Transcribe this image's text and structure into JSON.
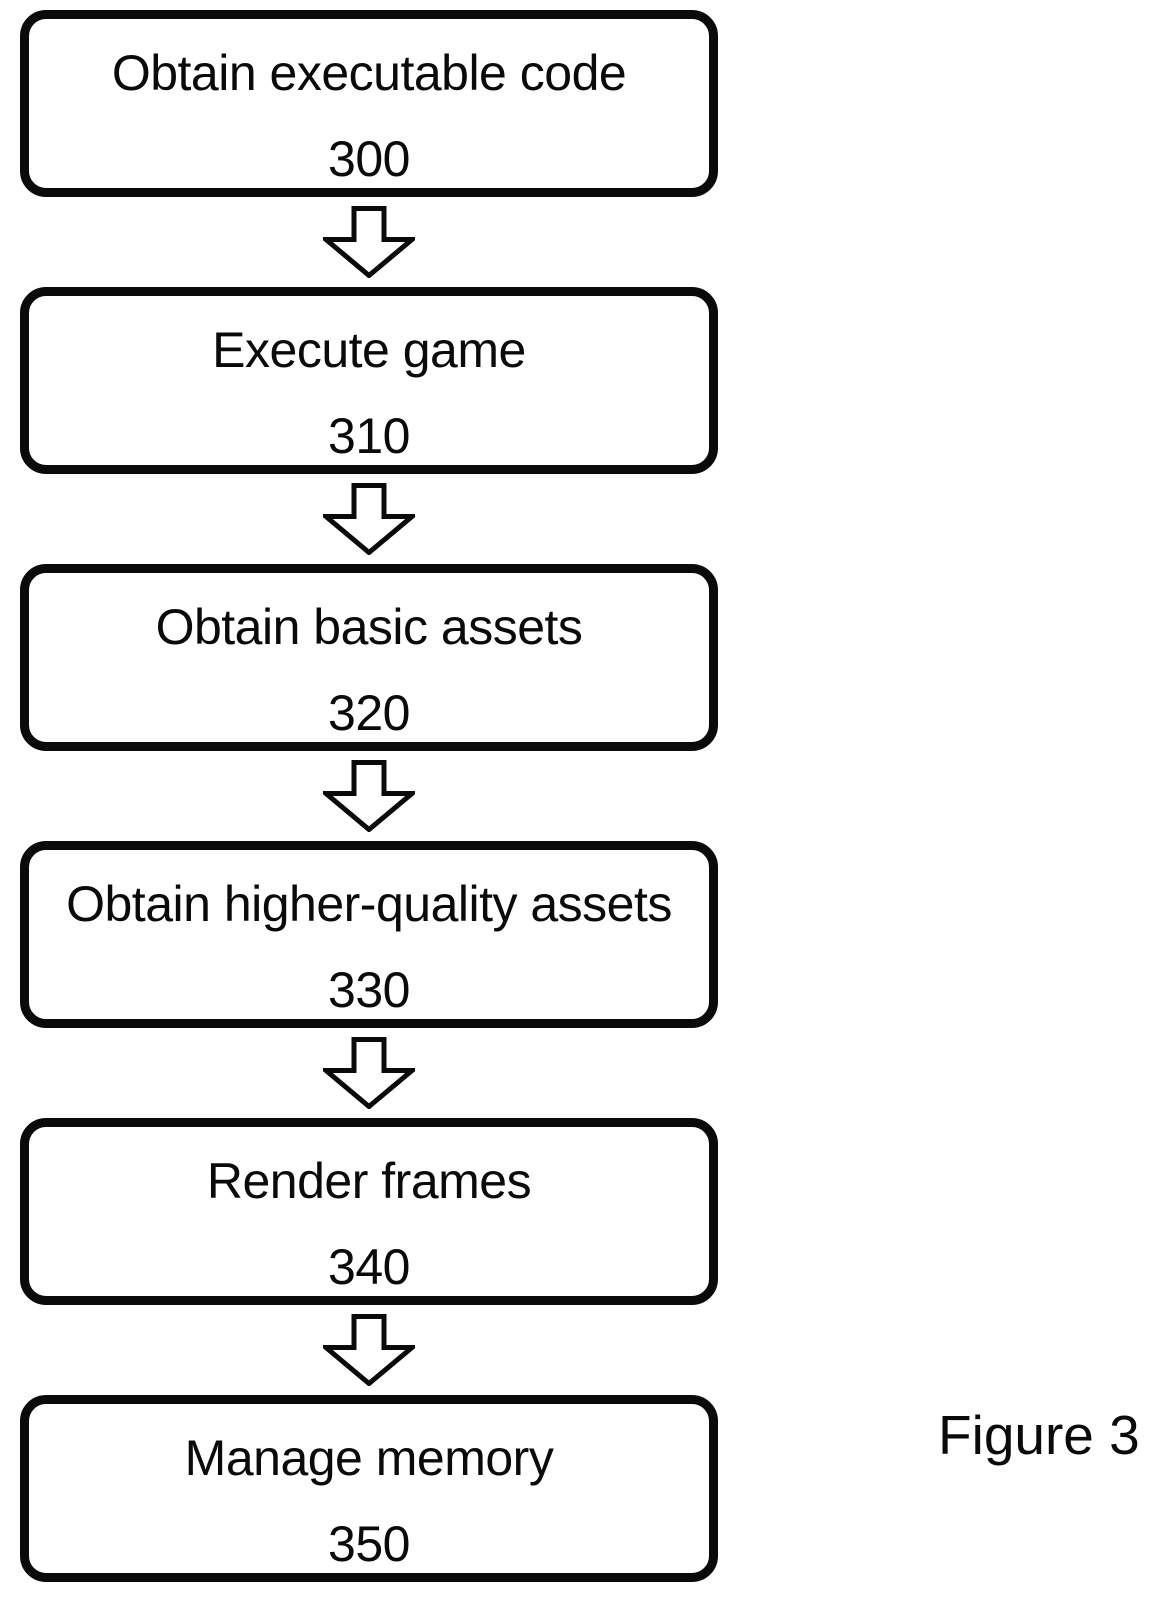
{
  "figure": {
    "label": "Figure 3"
  },
  "flowchart": {
    "connector_icon": "down-block-arrow",
    "colors": {
      "box_border": "#0a0a0a",
      "box_fill": "#ffffff",
      "text": "#0a0a0a",
      "background": "#ffffff"
    },
    "steps": [
      {
        "label": "Obtain executable code",
        "ref": "300"
      },
      {
        "label": "Execute game",
        "ref": "310"
      },
      {
        "label": "Obtain basic assets",
        "ref": "320"
      },
      {
        "label": "Obtain higher-quality assets",
        "ref": "330"
      },
      {
        "label": "Render frames",
        "ref": "340"
      },
      {
        "label": "Manage memory",
        "ref": "350"
      }
    ]
  }
}
